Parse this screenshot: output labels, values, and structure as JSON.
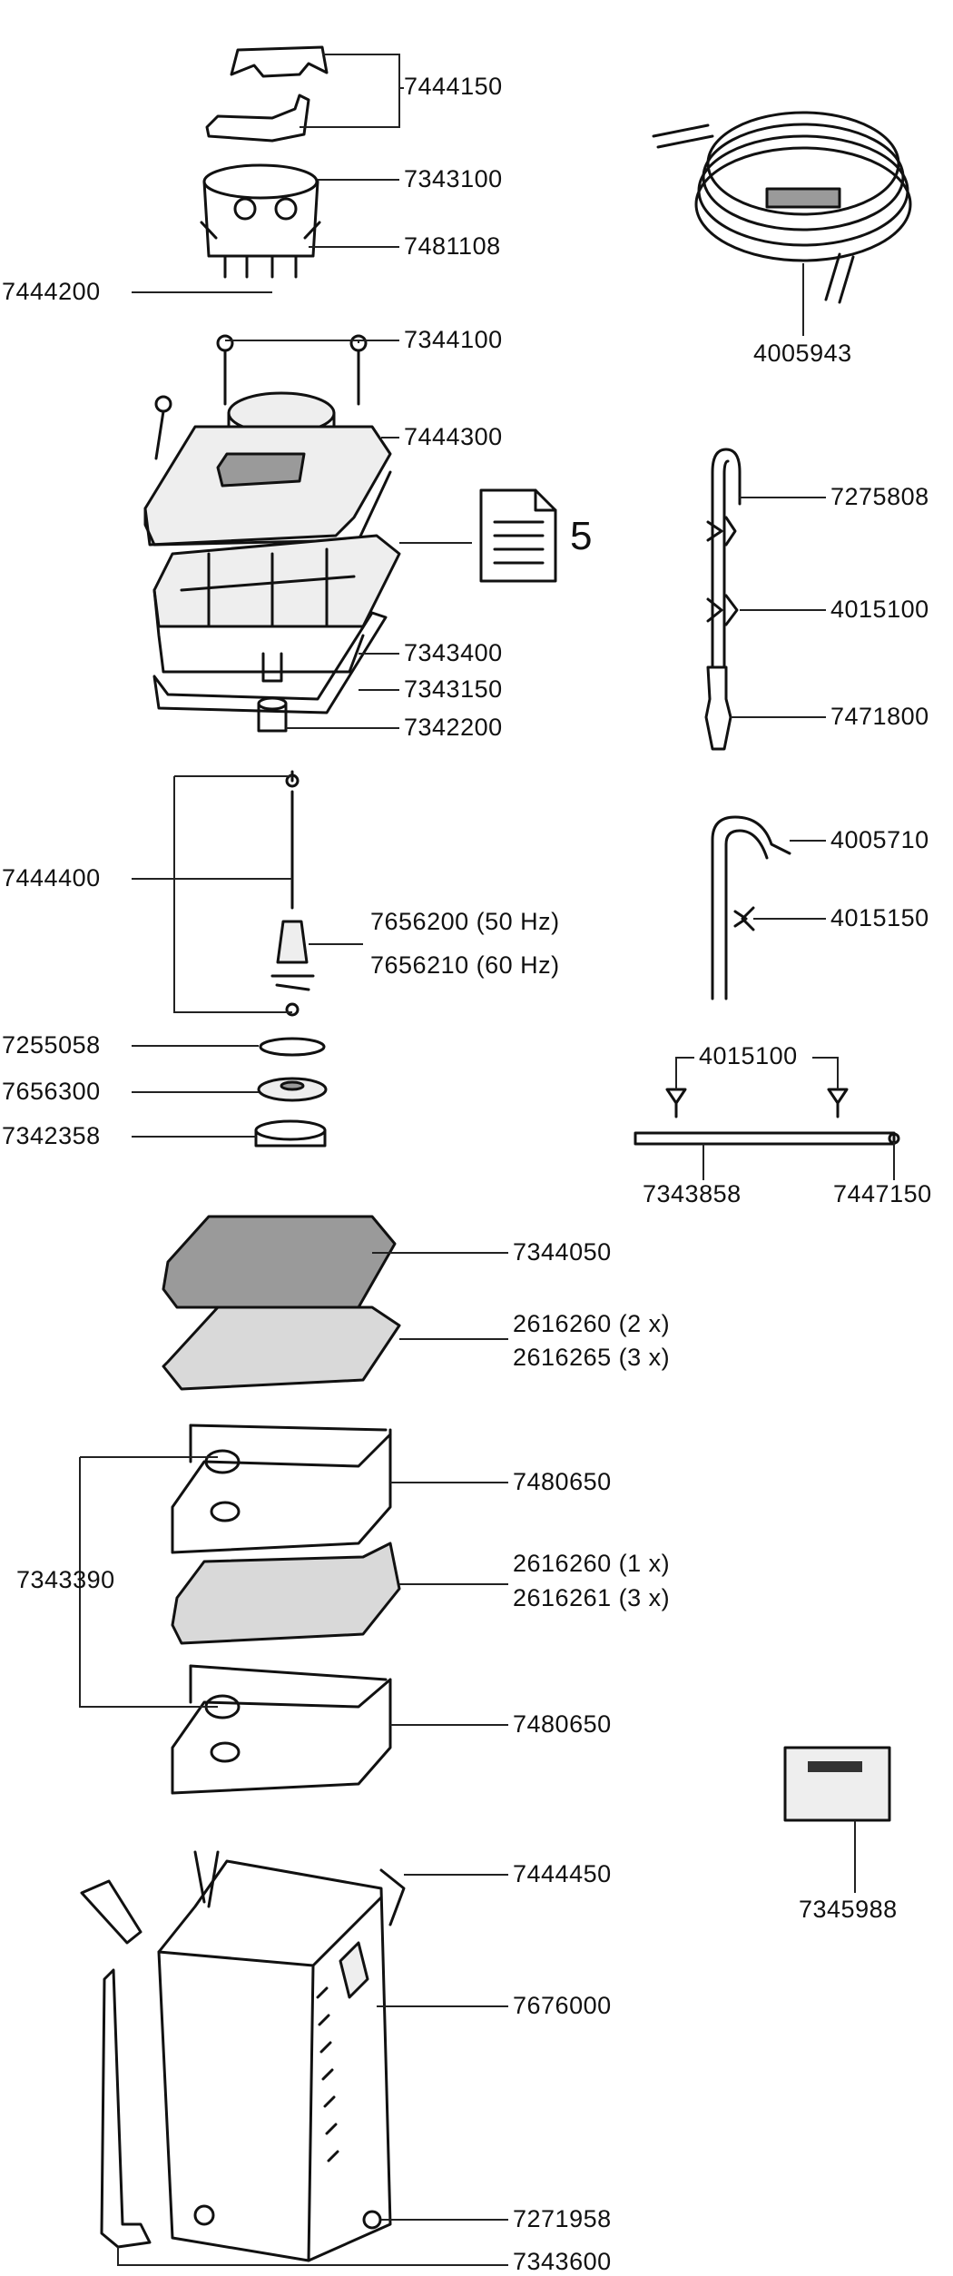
{
  "doc_icon_number": "5",
  "labels": [
    "7444150",
    "7343100",
    "7481108",
    "7444200",
    "7344100",
    "7444300",
    "7343400",
    "7343150",
    "7342200",
    "7444400",
    "7656200 (50 Hz)",
    "7656210 (60 Hz)",
    "7255058",
    "7656300",
    "7342358",
    "4005943",
    "7275808",
    "4015100",
    "7471800",
    "4005710",
    "4015150",
    "4015100",
    "7343858",
    "7447150",
    "7344050",
    "2616260 (2 x)",
    "2616265 (3 x)",
    "7480650",
    "7343390",
    "2616260 (1 x)",
    "2616261 (3 x)",
    "7480650",
    "7345988",
    "7444450",
    "7676000",
    "7271958",
    "7343600"
  ],
  "colors": {
    "line": "#111111",
    "grey_fill": "#d9d9d9",
    "dark_fill": "#9a9a9a"
  }
}
